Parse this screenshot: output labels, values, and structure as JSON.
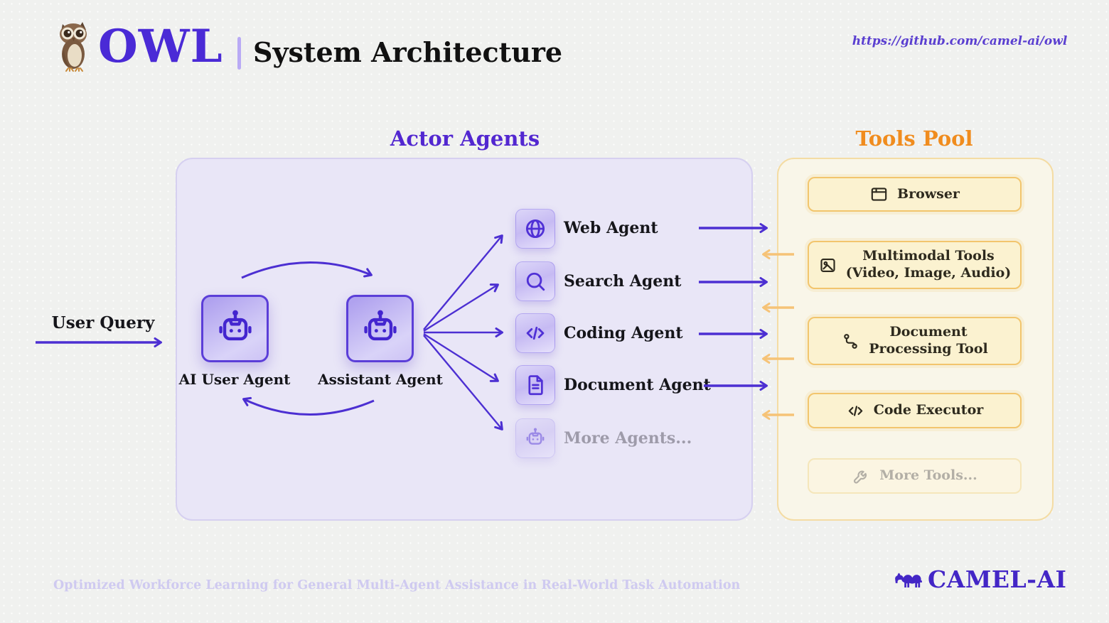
{
  "header": {
    "logo_text": "OWL",
    "divider": "|",
    "title": "System Architecture",
    "url": "https://github.com/camel-ai/owl"
  },
  "sections": {
    "actors": {
      "title": "Actor Agents"
    },
    "tools": {
      "title": "Tools Pool"
    }
  },
  "user_query": {
    "label": "User Query"
  },
  "core_agents": [
    {
      "label": "AI User Agent",
      "icon": "robot-icon"
    },
    {
      "label": "Assistant Agent",
      "icon": "robot-icon"
    }
  ],
  "actor_agents": [
    {
      "label": "Web Agent",
      "icon": "globe-icon",
      "muted": false
    },
    {
      "label": "Search Agent",
      "icon": "search-icon",
      "muted": false
    },
    {
      "label": "Coding Agent",
      "icon": "code-icon",
      "muted": false
    },
    {
      "label": "Document Agent",
      "icon": "document-icon",
      "muted": false
    },
    {
      "label": "More Agents...",
      "icon": "robot-icon",
      "muted": true
    }
  ],
  "tools": [
    {
      "line1": "Browser",
      "line2": "",
      "icon": "browser-icon",
      "muted": false
    },
    {
      "line1": "Multimodal Tools",
      "line2": "(Video, Image, Audio)",
      "icon": "image-icon",
      "muted": false
    },
    {
      "line1": "Document",
      "line2": "Processing Tool",
      "icon": "branch-icon",
      "muted": false
    },
    {
      "line1": "Code Executor",
      "line2": "",
      "icon": "code-icon",
      "muted": false
    },
    {
      "line1": "More Tools...",
      "line2": "",
      "icon": "wrench-icon",
      "muted": true
    }
  ],
  "footer": {
    "tagline": "Optimized Workforce Learning for General Multi-Agent Assistance in Real-World Task Automation",
    "brand": "CAMEL-AI"
  },
  "colors": {
    "accent_purple": "#4c2fd2",
    "title_orange": "#f08c1e",
    "arrow_orange": "#f6c377",
    "actors_panel": "#e9e6f7",
    "tools_panel": "#f9f6e9",
    "tool_card": "#fbf2d0",
    "tool_border": "#f2c56d",
    "background": "#f0f1ef"
  }
}
